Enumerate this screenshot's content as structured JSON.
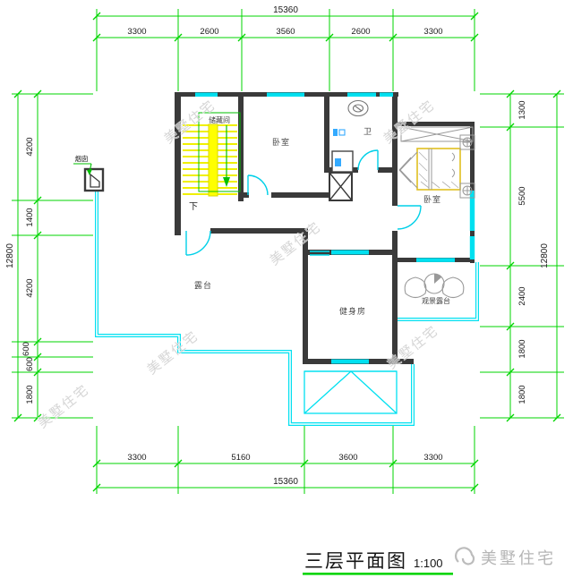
{
  "title_block": {
    "name": "三层平面图",
    "scale": "1:100"
  },
  "brand": {
    "logo": "swirl-icon",
    "name": "美墅住宅"
  },
  "watermark": {
    "text": "美墅住宅"
  },
  "rooms": {
    "storage": "储藏间",
    "bedroom_left": "卧室",
    "bath": "卫",
    "bedroom_right": "卧室",
    "terrace": "露台",
    "gym": "健身房",
    "view_terrace": "观景露台"
  },
  "annotations": {
    "stair_down": "下",
    "chimney": "烟囱"
  },
  "dimensions": {
    "top": {
      "overall": "15360",
      "segments": [
        "3300",
        "2600",
        "3560",
        "2600",
        "3300"
      ]
    },
    "bottom": {
      "overall": "15360",
      "segments": [
        "3300",
        "5160",
        "3600",
        "3300"
      ]
    },
    "left": {
      "overall": "12800",
      "segments": [
        "4200",
        "1400",
        "4200",
        "600",
        "600",
        "1800"
      ]
    },
    "right": {
      "overall": "12800",
      "segments": [
        "1300",
        "5500",
        "2400",
        "1800",
        "1800"
      ]
    }
  },
  "colors": {
    "dimension_line": "#00d500",
    "wall": "#3a3a3a",
    "window_rail": "#00e0f0",
    "stairs": "#ffff00",
    "annotation_green": "#00c000",
    "furniture": "#999999",
    "bed_outline": "#e0c020"
  }
}
